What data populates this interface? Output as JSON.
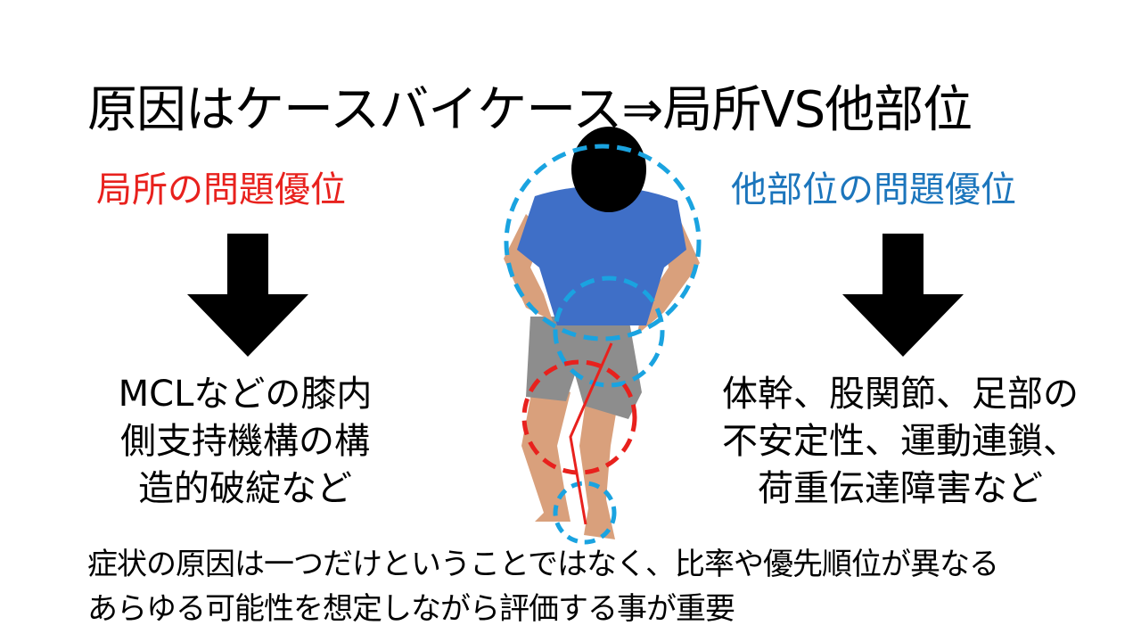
{
  "title": "原因はケースバイケース⇒局所VS他部位",
  "left": {
    "heading": "局所の問題優位",
    "heading_color": "#e8211d",
    "body_lines": [
      "MCLなどの膝内",
      "側支持機構の構",
      "造的破綻など"
    ]
  },
  "right": {
    "heading": "他部位の問題優位",
    "heading_color": "#1b75bc",
    "body_lines": [
      "体幹、股関節、足部の",
      "不安定性、運動連鎖、",
      "荷重伝達障害など"
    ]
  },
  "footer_lines": [
    "症状の原因は一つだけということではなく、比率や優先順位が異なる",
    "あらゆる可能性を想定しながら評価する事が重要"
  ],
  "annotation_colors": {
    "local": "#e8211d",
    "other": "#1aa3e0"
  }
}
